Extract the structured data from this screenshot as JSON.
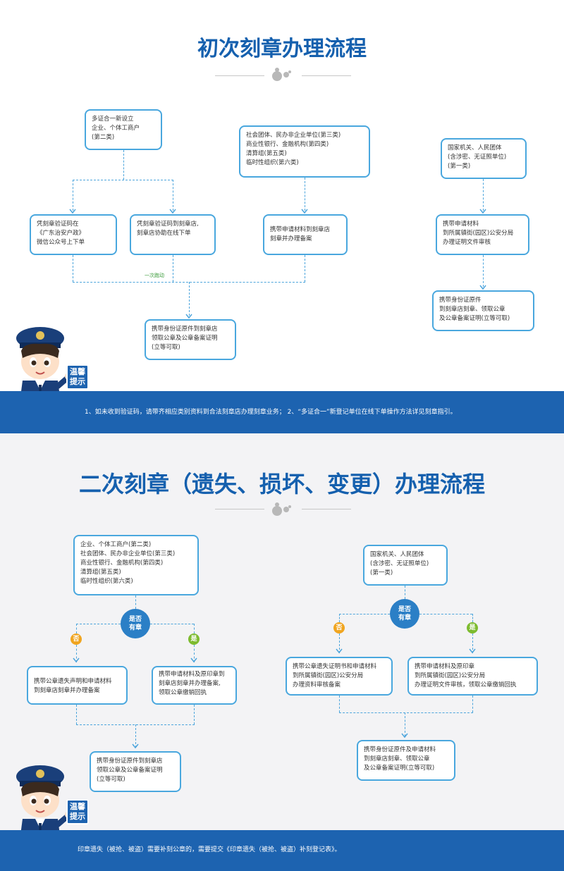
{
  "section1": {
    "title": "初次刻章办理流程",
    "boxes": {
      "multi_cert": "多证合一新设立\n企业、个体工商户\n(第二类)",
      "social": "社会团体、民办非企业单位(第三类)\n商业性银行、金融机构(第四类)\n清算组(第五类)\n临时性组织(第六类)",
      "gov": "国家机关、人民团体\n(含涉密、无证照单位)\n(第一类)",
      "wechat": "凭刻章验证码在\n《广东治安户政》\n微信公众号上下单",
      "store_online": "凭刻章验证码到刻章店,\n刻章店协助在线下单",
      "carry_apply": "携带申请材料到刻章店\n刻章并办理备案",
      "gov_apply": "携带申请材料\n到所属镇街(园区)公安分局\n办理证明文件审核",
      "pickup": "携带身份证原件到刻章店\n领取公章及公章备案证明\n(立等可取)",
      "gov_pickup": "携带身份证原件\n到刻章店刻章、领取公章\n及公章备案证明(立等可取)"
    },
    "once_label": "一次跑动",
    "tip_badge": "温馨\n提示",
    "notice": "1、如未收到验证码，请带齐相应类别资料到合法刻章店办理刻章业务；   2、“多证合一”新登记单位在线下单操作方法详见刻章指引。"
  },
  "section2": {
    "title": "二次刻章（遗失、损坏、变更）办理流程",
    "boxes": {
      "enterprise": "企业、个体工商户(第二类)\n社会团体、民办非企业单位(第三类)\n商业性银行、金融机构(第四类)\n清算组(第五类)\n临时性组织(第六类)",
      "gov": "国家机关、人民团体\n(含涉密、无证照单位)\n(第一类)",
      "no_seal": "携带公章遗失声明和申请材料\n到刻章店刻章并办理备案",
      "has_seal": "携带申请材料及原印章到\n刻章店刻章并办理备案,\n领取公章缴销回执",
      "gov_no_seal": "携带公章遗失证明书和申请材料\n到所属镇街(园区)公安分局\n办理资料审核备案",
      "gov_has_seal": "携带申请材料及原印章\n到所属镇街(园区)公安分局\n办理证明文件审核，领取公章缴销回执",
      "pickup": "携带身份证原件到刻章店\n领取公章及公章备案证明\n(立等可取)",
      "gov_pickup": "携带身份证原件及申请材料\n到刻章店刻章、领取公章\n及公章备案证明(立等可取)"
    },
    "decision": "是否\n有章",
    "no": "否",
    "yes": "是",
    "tip_badge": "温馨\n提示",
    "notice": "印章遗失（被抢、被盗）需要补刻公章的，需要提交《印章遗失（被抢、被盗）补刻登记表》。"
  },
  "colors": {
    "brand_blue": "#1d63b0",
    "box_border": "#49a7de",
    "no_orange": "#f0a520",
    "yes_green": "#7dbb2f"
  }
}
